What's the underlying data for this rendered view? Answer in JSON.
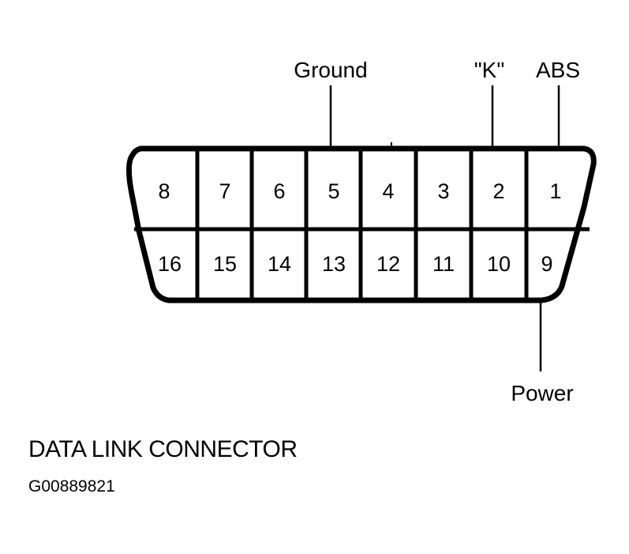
{
  "callouts": {
    "ground": "Ground",
    "k": "\"K\"",
    "abs": "ABS",
    "power": "Power"
  },
  "pins": {
    "top": [
      "8",
      "7",
      "6",
      "5",
      "4",
      "3",
      "2",
      "1"
    ],
    "bottom": [
      "16",
      "15",
      "14",
      "13",
      "12",
      "11",
      "10",
      "9"
    ]
  },
  "caption": "DATA LINK CONNECTOR",
  "figure_id": "G00889821"
}
